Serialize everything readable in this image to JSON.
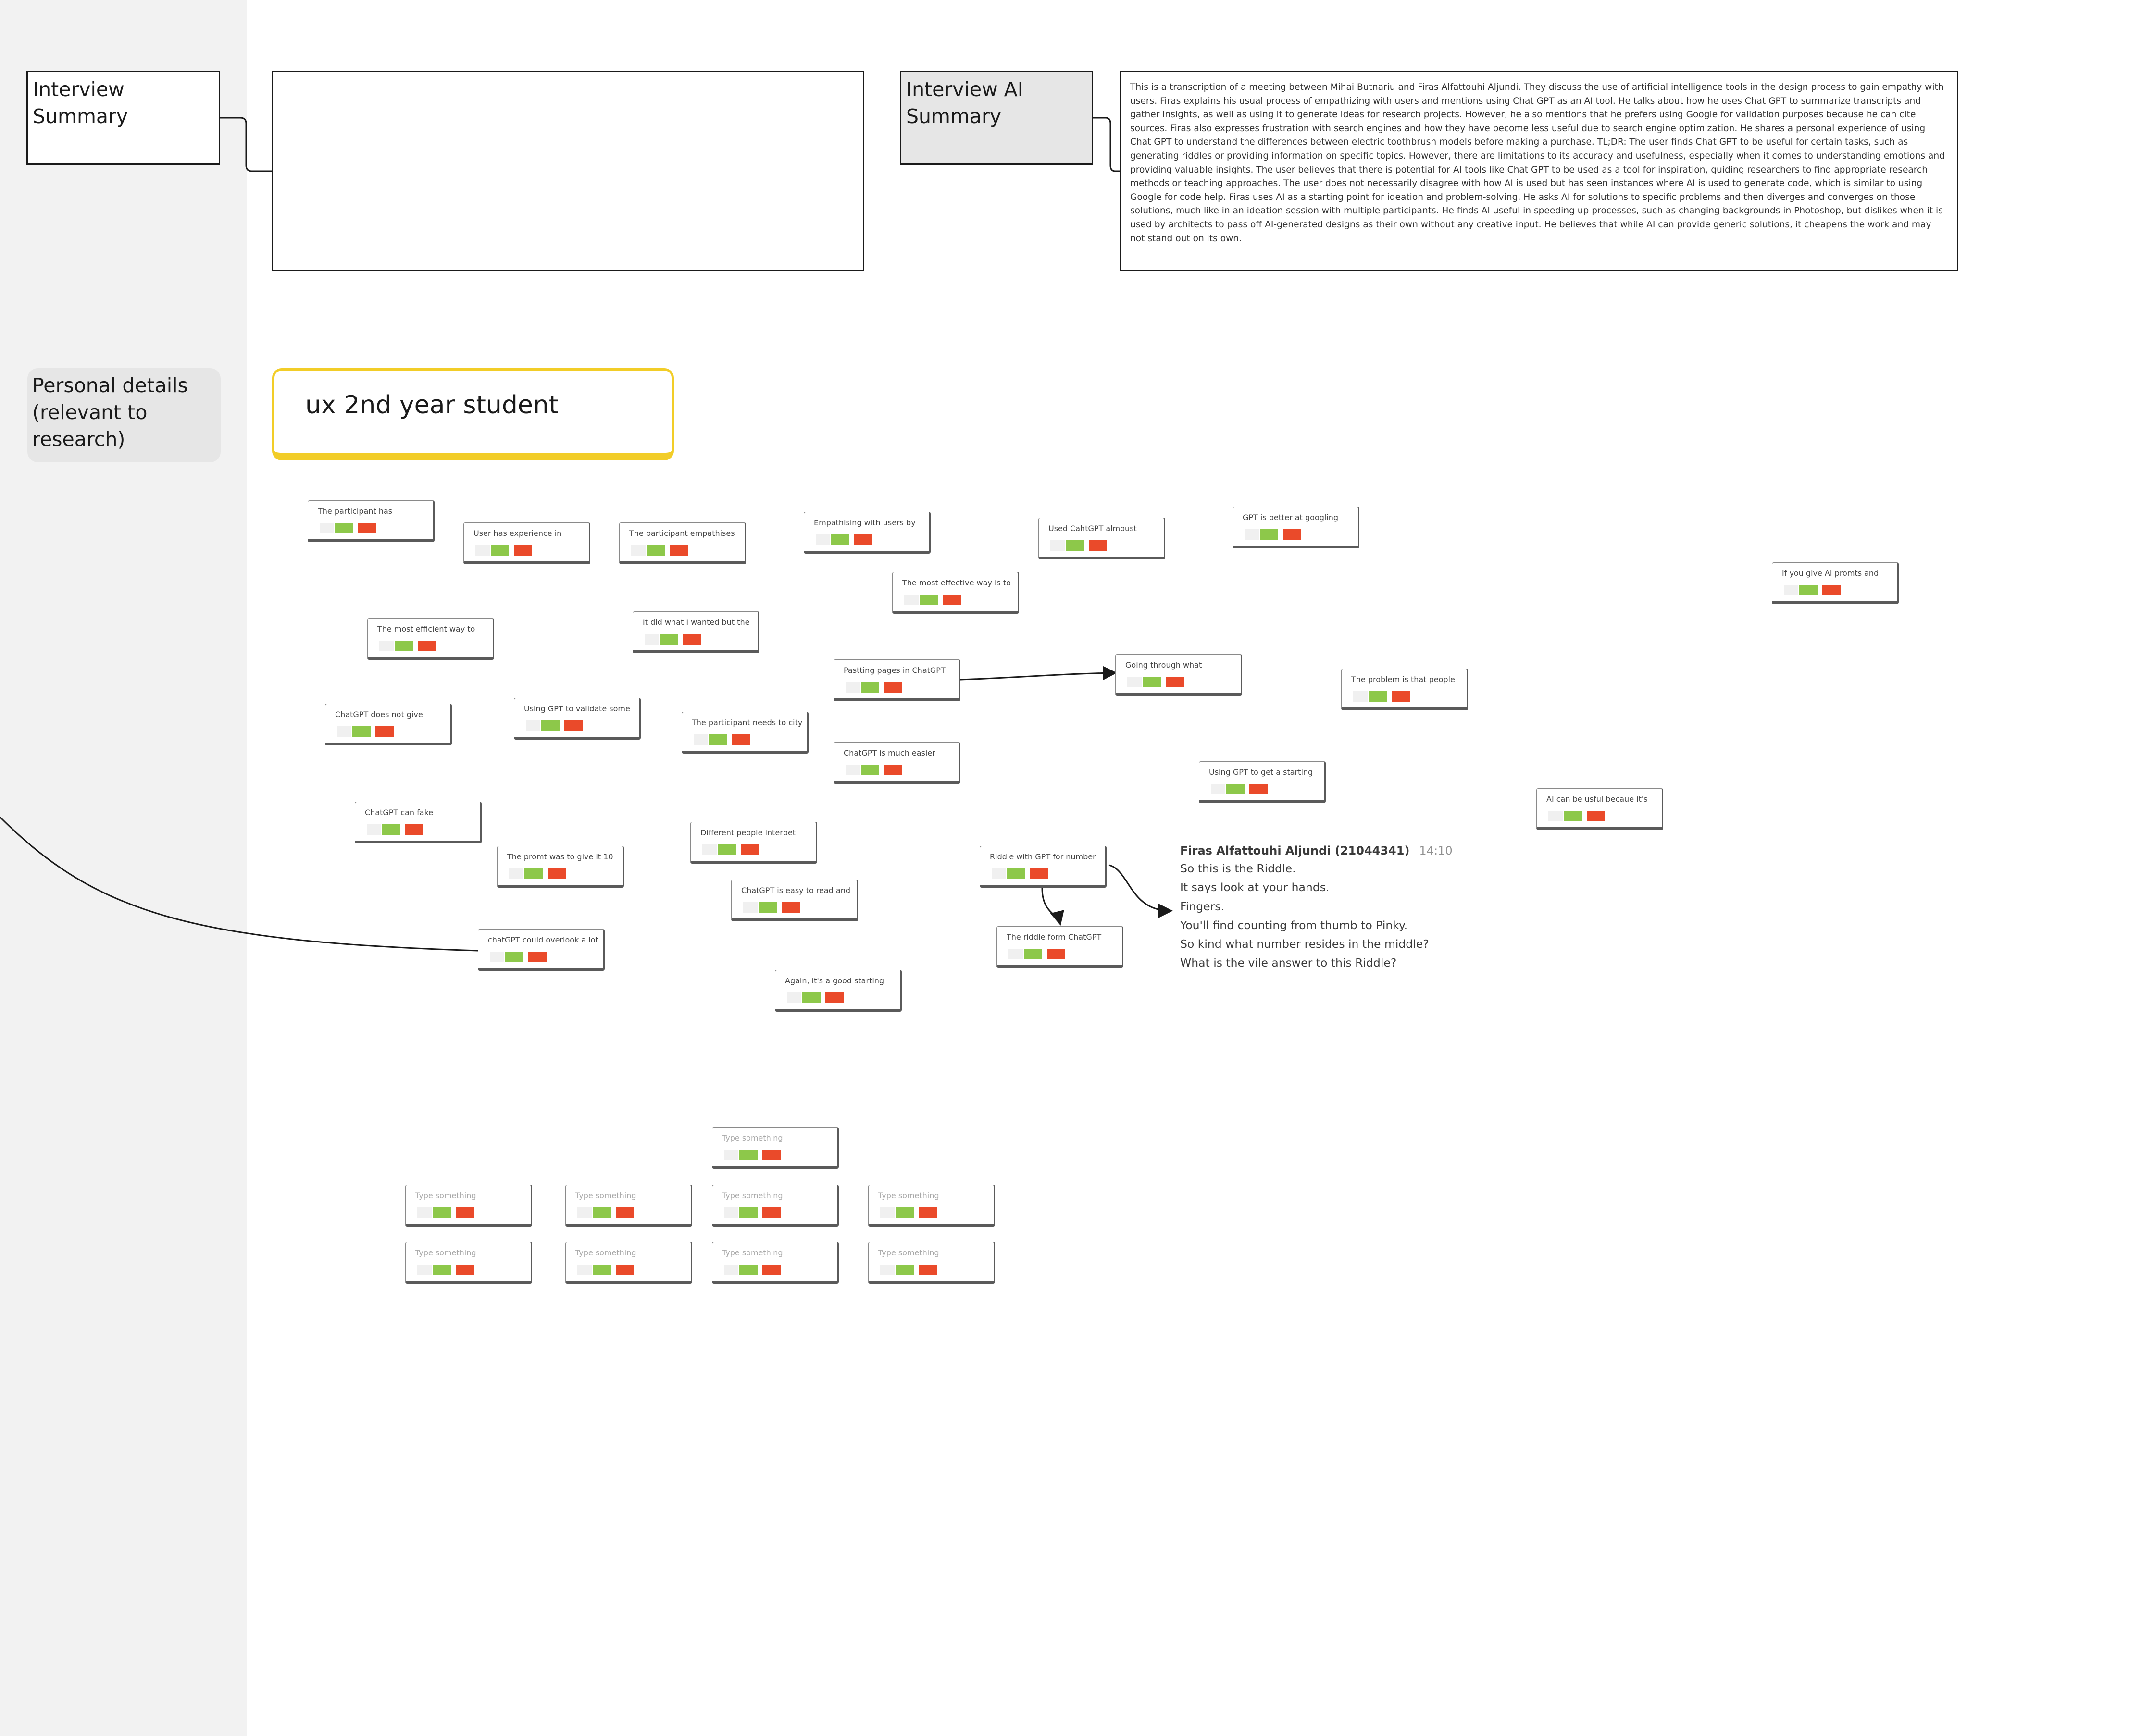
{
  "lanes": {
    "interview_summary": "Interview Summary",
    "interview_ai_summary_line1": "Interview AI",
    "interview_ai_summary_line2": "Summary",
    "personal_details_line1": "Personal details",
    "personal_details_line2": "(relevant to",
    "personal_details_line3": "research)"
  },
  "interview_summary_text": "",
  "ai_summary_text": "This is a transcription of a meeting between Mihai Butnariu and Firas Alfattouhi Aljundi. They discuss the use of artificial intelligence tools in the design process to gain empathy with users. Firas explains his usual process of empathizing with users and mentions using Chat GPT as an AI tool. He talks about how he uses Chat GPT to summarize transcripts and gather insights, as well as using it to generate ideas for research projects. However, he also mentions that he prefers using Google for validation purposes because he can cite sources. Firas also expresses frustration with search engines and how they have become less useful due to search engine optimization. He shares a personal experience of using Chat GPT to understand the differences between electric toothbrush models before making a purchase. TL;DR: The user finds Chat GPT to be useful for certain tasks, such as generating riddles or providing information on specific topics. However, there are limitations to its accuracy and usefulness, especially when it comes to understanding emotions and providing valuable insights. The user believes that there is potential for AI tools like Chat GPT to be used as a tool for inspiration, guiding researchers to find appropriate research methods or teaching approaches. The user does not necessarily disagree with how AI is used but has seen instances where AI is used to generate code, which is similar to using Google for code help. Firas uses AI as a starting point for ideation and problem-solving. He asks AI for solutions to specific problems and then diverges and converges on those solutions, much like in an ideation session with multiple participants. He finds AI useful in speeding up processes, such as changing backgrounds in Photoshop, but dislikes when it is used by architects to pass off AI-generated designs as their own without any creative input. He believes that while AI can provide generic solutions, it cheapens the work and may not stand out on its own.",
  "persona_note": "ux 2nd year student",
  "cards": [
    {
      "text": "The participant has"
    },
    {
      "text": "User has experience in"
    },
    {
      "text": "The participant empathises"
    },
    {
      "text": "Empathising with users by"
    },
    {
      "text": "Used CahtGPT almoust"
    },
    {
      "text": "GPT is better at googling"
    },
    {
      "text": "If you give AI promts and"
    },
    {
      "text": "The most effective way is to"
    },
    {
      "text": "The most efficient way to"
    },
    {
      "text": "It did what I wanted but the"
    },
    {
      "text": "Pastting pages in ChatGPT"
    },
    {
      "text": "Going through what"
    },
    {
      "text": "The problem is that people"
    },
    {
      "text": "ChatGPT does not give"
    },
    {
      "text": "Using GPT to validate some"
    },
    {
      "text": "The participant needs to city"
    },
    {
      "text": "ChatGPT is much easier"
    },
    {
      "text": "Using GPT to get a starting"
    },
    {
      "text": "AI can be usful becaue it's"
    },
    {
      "text": "ChatGPT can fake"
    },
    {
      "text": "Different people interpet"
    },
    {
      "text": "The promt was to give it 10"
    },
    {
      "text": "Riddle with GPT for number"
    },
    {
      "text": "ChatGPT is easy to read and"
    },
    {
      "text": "chatGPT could overlook a lot"
    },
    {
      "text": "The riddle form ChatGPT"
    },
    {
      "text": "Again, it's a good starting"
    },
    {
      "text": "Type something"
    },
    {
      "text": "Type something"
    },
    {
      "text": "Type something"
    },
    {
      "text": "Type something"
    },
    {
      "text": "Type something"
    },
    {
      "text": "Type something"
    },
    {
      "text": "Type something"
    },
    {
      "text": "Type something"
    },
    {
      "text": "Type something"
    }
  ],
  "chat": {
    "author": "Firas Alfattouhi Aljundi (21044341)",
    "time": "14:10",
    "lines": [
      "So this is the Riddle.",
      "It says look at your hands.",
      "Fingers.",
      "You'll find counting from thumb to Pinky.",
      "So kind what number resides in the middle?",
      "What is the vile answer to this Riddle?"
    ]
  },
  "colors": {
    "sidebar": "#f2f2f2",
    "persona_border": "#f2cd28",
    "vote_up": "#8dc84a",
    "vote_down": "#ea4a2a",
    "ai_label_fill": "#e6e6e6"
  }
}
